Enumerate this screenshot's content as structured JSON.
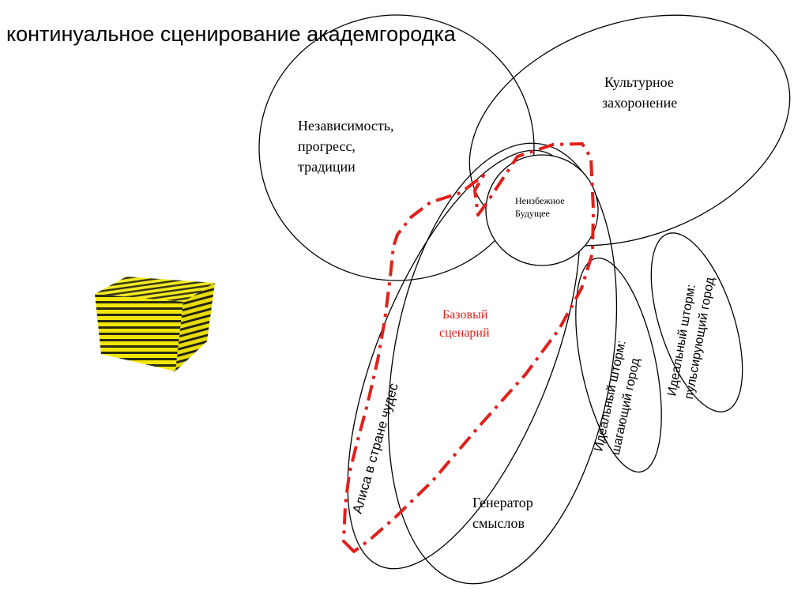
{
  "title": "континуальное сценирование академгородка",
  "colors": {
    "stroke": "#000000",
    "scenario": "#e0201b",
    "cube_yellow": "#f2e60a",
    "cube_dark": "#2a2a14"
  },
  "labels": {
    "independence": [
      "Независимость,",
      "прогресс,",
      "традиции"
    ],
    "cultural": [
      "Культурное",
      "захоронение"
    ],
    "inevitable": [
      "Неизбежное",
      "Будущее"
    ],
    "base": [
      "Базовый",
      "сценарий"
    ],
    "generator": [
      "Генератор",
      "смыслов"
    ],
    "alice": "Алиса в стране чудес",
    "walking": [
      "Идеальный шторм:",
      "шагающий город"
    ],
    "pulsing": [
      "Идеальный шторм:",
      "пульсирующий город"
    ]
  }
}
